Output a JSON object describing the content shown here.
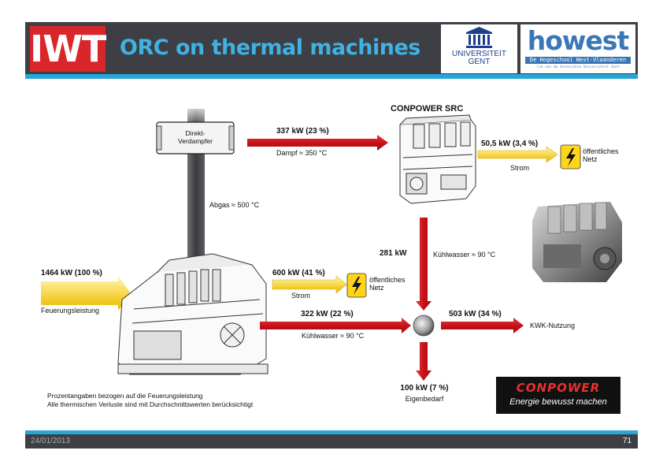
{
  "header": {
    "logo_text": "IWT",
    "title": "ORC on thermal machines",
    "ugent_line1": "UNIVERSITEIT",
    "ugent_line2": "GENT",
    "howest_word": "howest",
    "howest_tag": "De Hogeschool West-Vlaanderen",
    "howest_sub": "lid van de Associatie Universiteit Gent"
  },
  "diagram": {
    "evaporator_line1": "Direkt-",
    "evaporator_line2": "Verdampfer",
    "src_title": "CONPOWER SRC",
    "exhaust_label": "Abgas ≈ 500 °C",
    "steam_power": "337 kW (23 %)",
    "steam_label": "Dampf ≈ 350 °C",
    "src_power": "50,5 kW (3,4 %)",
    "src_power_type": "Strom",
    "grid_label1_line1": "öffentliches",
    "grid_label1_line2": "Netz",
    "input_power": "1464 kW (100 %)",
    "input_label": "Feuerungsleistung",
    "engine_power": "600 kW (41 %)",
    "engine_power_type": "Strom",
    "grid_label2_line1": "öffentliches",
    "grid_label2_line2": "Netz",
    "engine_cooling_power": "322 kW (22 %)",
    "engine_cooling_label": "Kühlwasser ≈ 90 °C",
    "src_cooling_power": "281 kW",
    "src_cooling_label": "Kühlwasser ≈ 90 °C",
    "heat_use_power": "503 kW (34 %)",
    "heat_use_label": "KWK-Nutzung",
    "own_use_power": "100 kW (7 %)",
    "own_use_label": "Eigenbedarf",
    "note_line1": "Prozentangaben bezogen auf die Feuerungsleistung",
    "note_line2": "Alle thermischen Verluste sind mit Durchschnittswerten berücksichtigt",
    "conpower_word": "CONPOWER",
    "conpower_slogan": "Energie bewusst machen"
  },
  "footer": {
    "date": "24/01/2013",
    "page": "71"
  },
  "colors": {
    "header_bg": "#3d3f44",
    "accent_blue": "#2aa6d6",
    "title_blue": "#3fb2e3",
    "iwt_red": "#d8262a",
    "heat_arrow": "#d4141b",
    "power_arrow": "#f5d23a"
  }
}
